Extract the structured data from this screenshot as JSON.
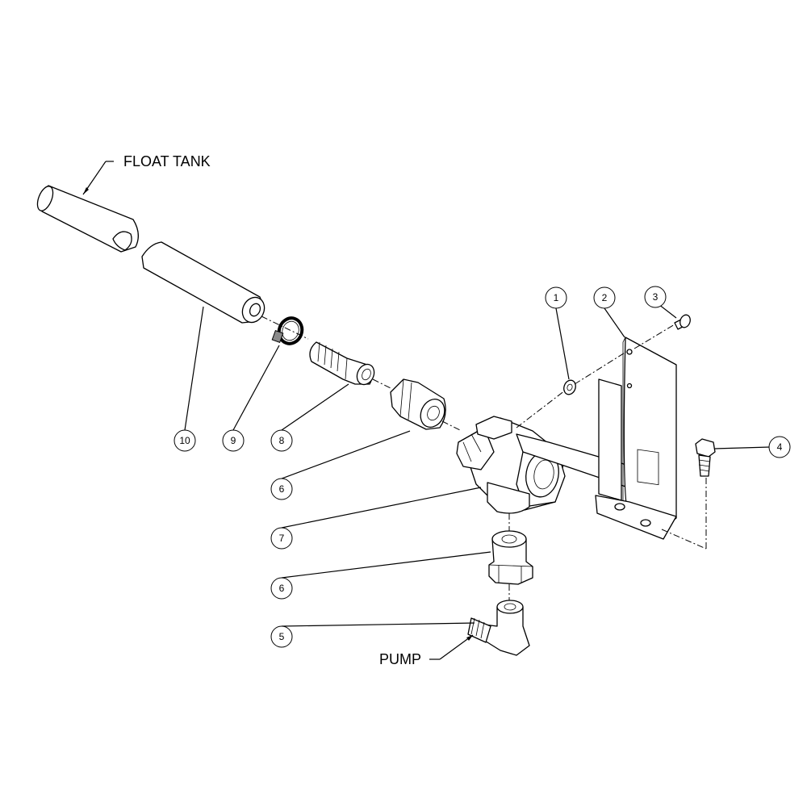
{
  "labels": {
    "float_tank": "FLOAT TANK",
    "pump": "PUMP"
  },
  "balloons": {
    "b1": "1",
    "b2": "2",
    "b3": "3",
    "b4": "4",
    "b5": "5",
    "b6a": "6",
    "b6b": "6",
    "b7": "7",
    "b8": "8",
    "b9": "9",
    "b10": "10"
  }
}
